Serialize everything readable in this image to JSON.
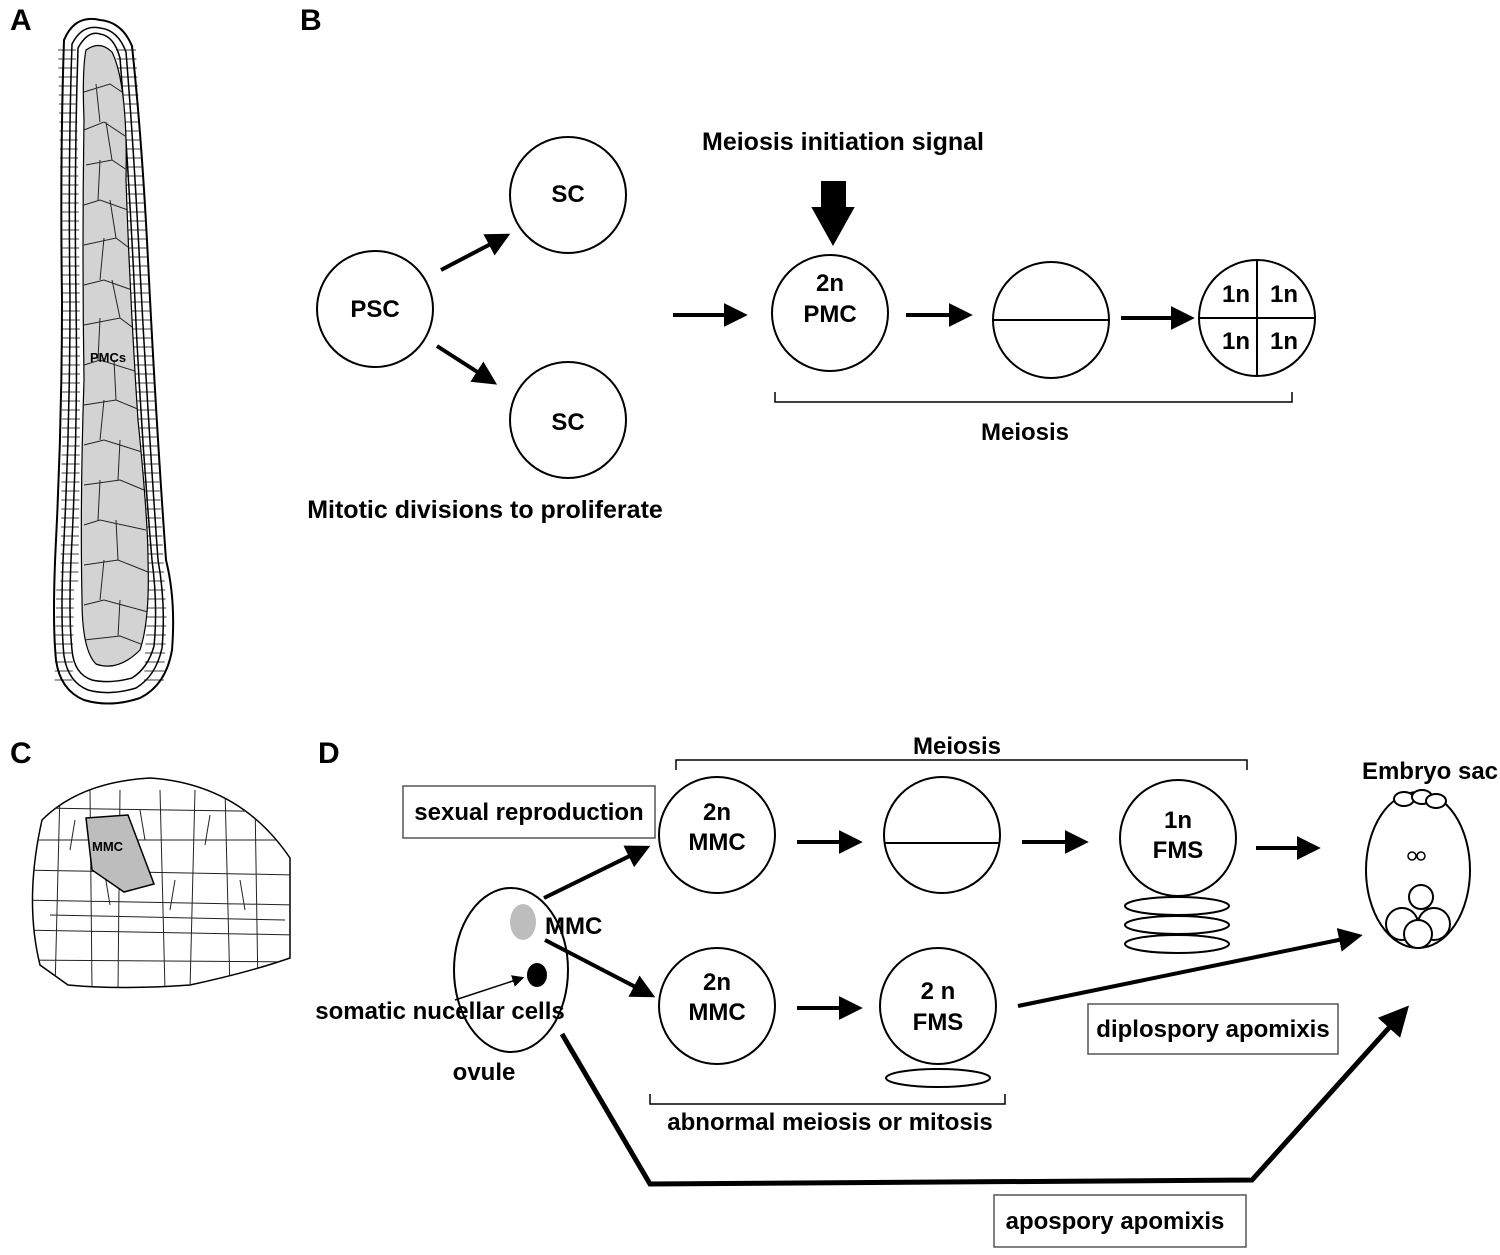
{
  "panels": {
    "a": {
      "letter": "A",
      "pmcs_label": "PMCs"
    },
    "b": {
      "letter": "B",
      "psc": "PSC",
      "sc_top": "SC",
      "sc_bottom": "SC",
      "mitotic_caption": "Mitotic divisions to proliferate",
      "signal_caption": "Meiosis initiation signal",
      "pmc_ploidy": "2n",
      "pmc_name": "PMC",
      "tetrad": [
        "1n",
        "1n",
        "1n",
        "1n"
      ],
      "meiosis_caption": "Meiosis"
    },
    "c": {
      "letter": "C",
      "mmc_label": "MMC"
    },
    "d": {
      "letter": "D",
      "meiosis_caption": "Meiosis",
      "sexual_reproduction": "sexual reproduction",
      "mmc_top_ploidy": "2n",
      "mmc_top_name": "MMC",
      "fms_top_ploidy": "1n",
      "fms_top_name": "FMS",
      "embryo_sac": "Embryo sac",
      "ovule_mmc": "MMC",
      "somatic_cells": "somatic nucellar cells",
      "ovule": "ovule",
      "mmc_bottom_ploidy": "2n",
      "mmc_bottom_name": "MMC",
      "fms_bottom_ploidy": "2 n",
      "fms_bottom_name": "FMS",
      "diplospory": "diplospory apomixis",
      "abnormal": "abnormal meiosis or mitosis",
      "apospory": "apospory apomixis"
    }
  },
  "colors": {
    "tissue_gray": "#d3d3d3",
    "mmc_gray": "#bdbdbd",
    "line": "#000000"
  }
}
